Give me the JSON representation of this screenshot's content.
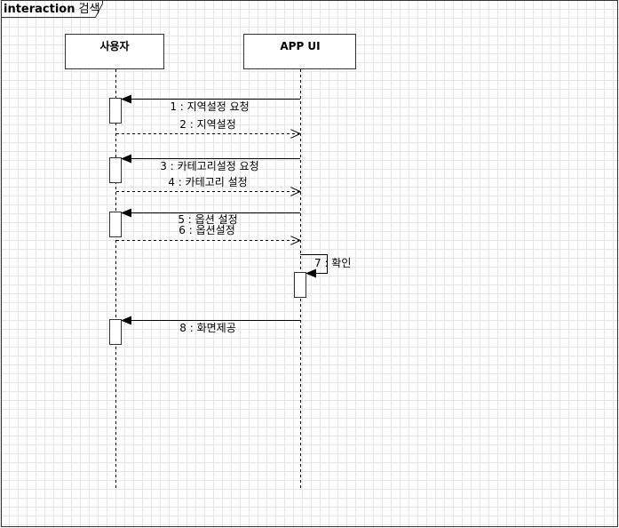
{
  "frame": {
    "keyword": "interaction",
    "name": "검색"
  },
  "lifelines": [
    {
      "id": "user",
      "label": "사용자"
    },
    {
      "id": "app",
      "label": "APP UI"
    }
  ],
  "messages": [
    {
      "label": "1 : 지역설정 요청",
      "from": "app",
      "to": "user",
      "style": "sync"
    },
    {
      "label": "2 : 지역설정",
      "from": "user",
      "to": "app",
      "style": "return"
    },
    {
      "label": "3 : 카테고리설정 요청",
      "from": "app",
      "to": "user",
      "style": "sync"
    },
    {
      "label": "4 : 카테고리 설정",
      "from": "user",
      "to": "app",
      "style": "return"
    },
    {
      "label": "5 : 옵션 설정",
      "from": "app",
      "to": "user",
      "style": "sync"
    },
    {
      "label": "6 : 옵션설정",
      "from": "user",
      "to": "app",
      "style": "return"
    },
    {
      "label": "7 : 확인",
      "from": "app",
      "to": "app",
      "style": "self"
    },
    {
      "label": "8 : 화면제공",
      "from": "app",
      "to": "user",
      "style": "sync"
    }
  ]
}
